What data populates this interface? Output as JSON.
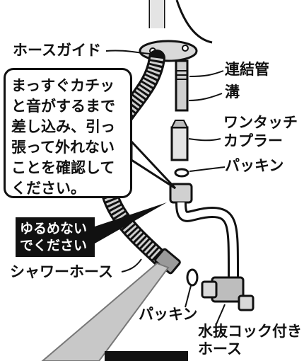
{
  "labels": {
    "hose_guide": "ホースガイド",
    "connecting_pipe": "連結管",
    "groove": "溝",
    "one_touch_coupler": "ワンタッチ\nカプラー",
    "packing_top": "パッキン",
    "shower_hose": "シャワーホース",
    "packing_bottom": "パッキン",
    "drain_cock_hose": "水抜コック付き\nホース"
  },
  "callout_text": "まっすぐカチッ\nと音がするまで\n差し込み、引っ\n張って外れない\nことを確認して\nください。",
  "warning_text": "ゆるめない\nでください",
  "colors": {
    "outline": "#111111",
    "fill": "#ffffff",
    "shade": "#cfcfcf",
    "metal": "#9a9a9a"
  }
}
